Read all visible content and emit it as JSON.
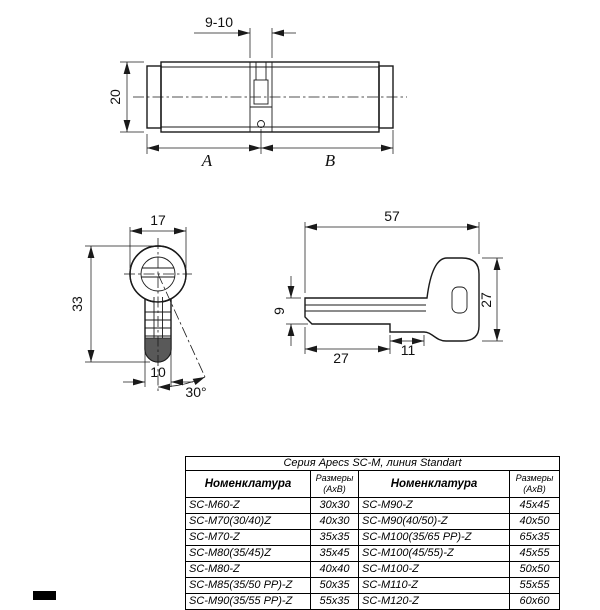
{
  "dims": {
    "cylinder": {
      "cam_width": "9-10",
      "height": "20",
      "a": "A",
      "b": "B"
    },
    "profile": {
      "width": "17",
      "height": "33",
      "foot_width": "10",
      "key_angle": "30°"
    },
    "key": {
      "length": "57",
      "blade_height": "9",
      "blade_length": "27",
      "shoulder_length": "11",
      "bow_height": "27"
    }
  },
  "table": {
    "title": "Серия Apecs SC-M, линия Standart",
    "nomenclature_header": "Номенклатура",
    "size_header_line1": "Размеры",
    "size_header_line2": "(АхВ)",
    "rows": [
      [
        "SC-M60-Z",
        "30x30",
        "SC-M90-Z",
        "45x45"
      ],
      [
        "SC-M70(30/40)Z",
        "40x30",
        "SC-M90(40/50)-Z",
        "40x50"
      ],
      [
        "SC-M70-Z",
        "35x35",
        "SC-M100(35/65 PP)-Z",
        "65x35"
      ],
      [
        "SC-M80(35/45)Z",
        "35x45",
        "SC-M100(45/55)-Z",
        "45x55"
      ],
      [
        "SC-M80-Z",
        "40x40",
        "SC-M100-Z",
        "50x50"
      ],
      [
        "SC-M85(35/50 PP)-Z",
        "50x35",
        "SC-M110-Z",
        "55x55"
      ],
      [
        "SC-M90(35/55 PP)-Z",
        "55x35",
        "SC-M120-Z",
        "60x60"
      ]
    ]
  }
}
